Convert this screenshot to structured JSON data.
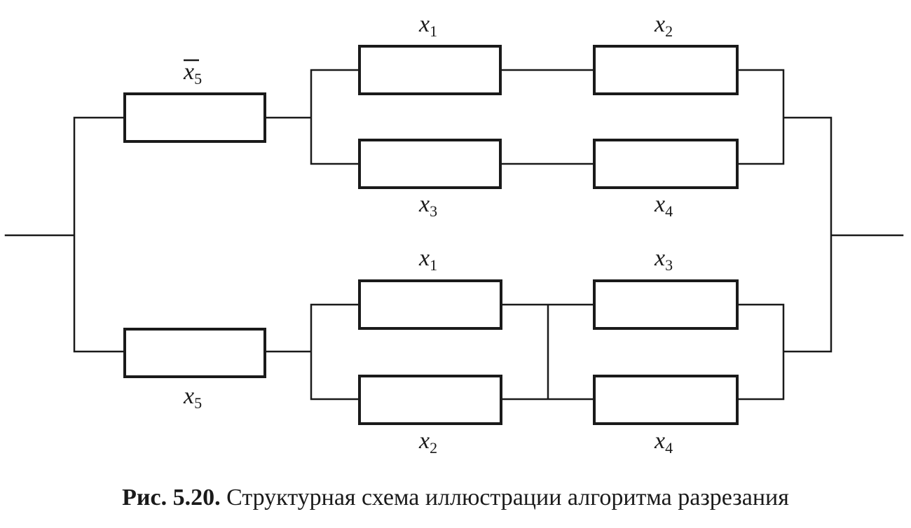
{
  "caption": {
    "number": "Рис. 5.20.",
    "text": "Структурная схема иллюстрации алгоритма разрезания"
  },
  "elements": [
    {
      "id": "top-x5-bar",
      "var": "x",
      "sub": "5",
      "negated": true
    },
    {
      "id": "top-x1",
      "var": "x",
      "sub": "1",
      "negated": false
    },
    {
      "id": "top-x2",
      "var": "x",
      "sub": "2",
      "negated": false
    },
    {
      "id": "top-x3",
      "var": "x",
      "sub": "3",
      "negated": false
    },
    {
      "id": "top-x4",
      "var": "x",
      "sub": "4",
      "negated": false
    },
    {
      "id": "bottom-x5",
      "var": "x",
      "sub": "5",
      "negated": false
    },
    {
      "id": "bottom-x1",
      "var": "x",
      "sub": "1",
      "negated": false
    },
    {
      "id": "bottom-x2",
      "var": "x",
      "sub": "2",
      "negated": false
    },
    {
      "id": "bottom-x3",
      "var": "x",
      "sub": "3",
      "negated": false
    },
    {
      "id": "bottom-x4",
      "var": "x",
      "sub": "4",
      "negated": false
    }
  ]
}
